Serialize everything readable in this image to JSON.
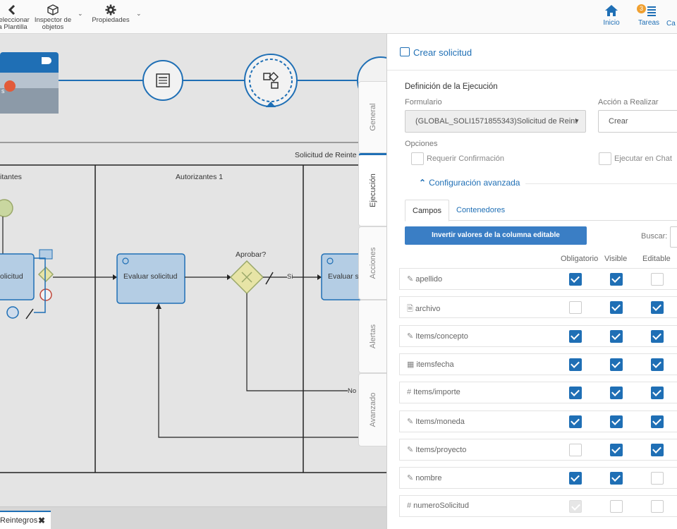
{
  "toolbar": {
    "select_template_label": "Seleccionar\nla Plantilla",
    "object_inspector_label": "Inspector de\nobjetos",
    "properties_label": "Propiedades",
    "home_label": "Inicio",
    "tasks_label": "Tareas",
    "tasks_count": "3",
    "extra_label": "Ca"
  },
  "diagram": {
    "pool_title": "Solicitud de Reinte",
    "lane1_title": "itantes",
    "lane2_title": "Autorizantes 1",
    "task1_label": "olicitud",
    "task2_label": "Evaluar solicitud",
    "task3_label": "Evaluar s",
    "gateway_label": "Aprobar?",
    "flow_yes": "Si",
    "flow_no": "No",
    "card_text": "s"
  },
  "bottom_tab": {
    "label": "Reintegros",
    "close": "✖"
  },
  "side_tabs": [
    "General",
    "Ejecución",
    "Acciones",
    "Alertas",
    "Avanzado"
  ],
  "panel": {
    "title": "Crear solicitud",
    "section_title": "Definición de la Ejecución",
    "form_label": "Formulario",
    "form_value": "(GLOBAL_SOLI1571855343)Solicitud de Reint",
    "action_label": "Acción a Realizar",
    "action_value": "Crear",
    "options_label": "Opciones",
    "require_confirm": "Requerir Confirmación",
    "run_in_chat": "Ejecutar en Chat",
    "advanced_config": "Configuración avanzada",
    "tab_fields": "Campos",
    "tab_containers": "Contenedores",
    "invert_button": "Invertir valores de la columna editable",
    "search_label": "Buscar:",
    "col_required": "Obligatorio",
    "col_visible": "Visible",
    "col_editable": "Editable"
  },
  "fields": [
    {
      "name": "apellido",
      "icon": "edit-icon",
      "glyph": "✎",
      "required": "on",
      "visible": "on",
      "editable": "off"
    },
    {
      "name": "archivo",
      "icon": "file-icon",
      "glyph": "🗎",
      "required": "off",
      "visible": "on",
      "editable": "on"
    },
    {
      "name": "Items/concepto",
      "icon": "edit-icon",
      "glyph": "✎",
      "required": "on",
      "visible": "on",
      "editable": "on"
    },
    {
      "name": "itemsfecha",
      "icon": "calendar-icon",
      "glyph": "▦",
      "required": "on",
      "visible": "on",
      "editable": "on"
    },
    {
      "name": "Items/importe",
      "icon": "hash-icon",
      "glyph": "#",
      "required": "on",
      "visible": "on",
      "editable": "on"
    },
    {
      "name": "Items/moneda",
      "icon": "edit-icon",
      "glyph": "✎",
      "required": "on",
      "visible": "on",
      "editable": "on"
    },
    {
      "name": "Items/proyecto",
      "icon": "edit-icon",
      "glyph": "✎",
      "required": "off",
      "visible": "on",
      "editable": "on"
    },
    {
      "name": "nombre",
      "icon": "edit-icon",
      "glyph": "✎",
      "required": "on",
      "visible": "on",
      "editable": "off"
    },
    {
      "name": "numeroSolicitud",
      "icon": "hash-icon",
      "glyph": "#",
      "required": "dis",
      "visible": "off",
      "editable": "off"
    }
  ],
  "colors": {
    "accent": "#1f6fb5",
    "task_fill": "#b4cde4",
    "gateway": "#e7e4a6",
    "start_event": "#c9d7a0"
  }
}
